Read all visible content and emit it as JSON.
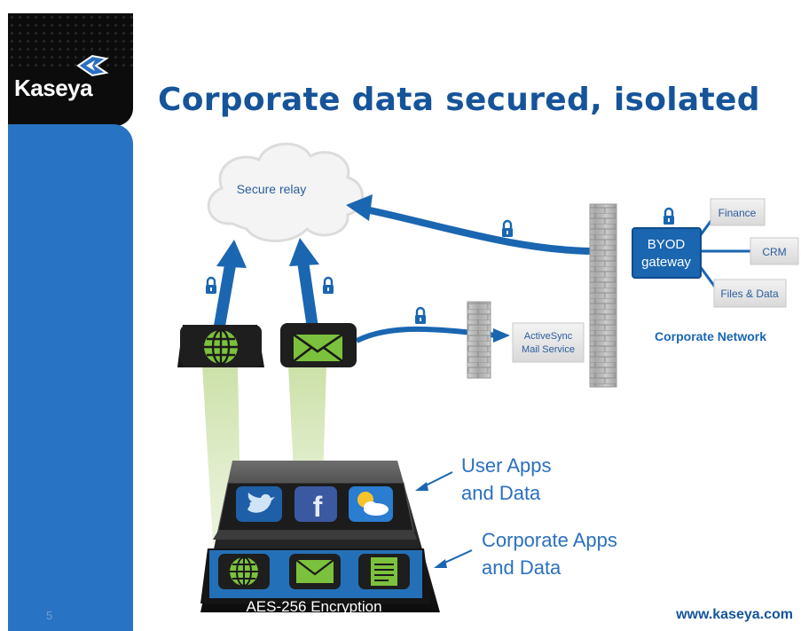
{
  "slide": {
    "logo": "Kaseya",
    "title": "Corporate data secured, isolated",
    "page_number": "5",
    "footer_url": "www.kaseya.com"
  },
  "diagram": {
    "cloud_label": "Secure relay",
    "byod_gateway_line1": "BYOD",
    "byod_gateway_line2": "gateway",
    "finance_label": "Finance",
    "crm_label": "CRM",
    "files_label": "Files & Data",
    "activesync_line1": "ActiveSync",
    "activesync_line2": "Mail Service",
    "corporate_network_label": "Corporate Network",
    "user_apps_line1": "User Apps",
    "user_apps_line2": "and Data",
    "corp_apps_line1": "Corporate Apps",
    "corp_apps_line2": "and Data",
    "encryption_label": "AES-256 Encryption"
  },
  "colors": {
    "brand_blue": "#16549a",
    "arrow_blue": "#1a66b1",
    "sidebar_blue": "#2873c3",
    "app_green": "#7cc13d"
  },
  "icons": [
    "globe-icon",
    "mail-icon",
    "lock-icon",
    "twitter-icon",
    "facebook-icon",
    "weather-icon",
    "document-icon"
  ]
}
